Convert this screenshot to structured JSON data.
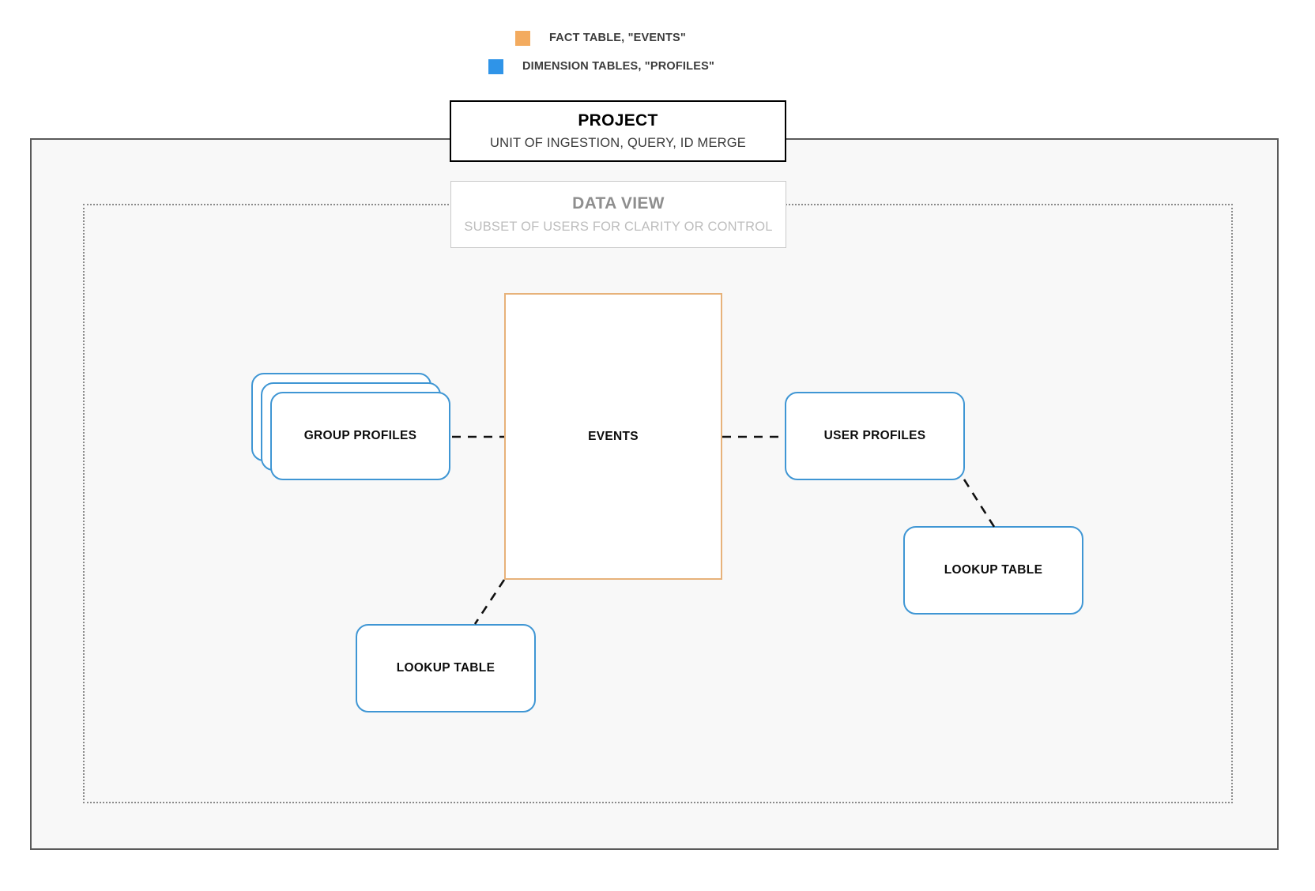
{
  "legend": {
    "items": [
      {
        "label": "FACT TABLE, \"EVENTS\"",
        "color": "#f3ab5f",
        "swatch_name": "fact-table-swatch"
      },
      {
        "label": "DIMENSION TABLES, \"PROFILES\"",
        "color": "#2f94e8",
        "swatch_name": "dimension-tables-swatch"
      }
    ]
  },
  "project": {
    "title": "PROJECT",
    "subtitle": "UNIT OF INGESTION, QUERY, ID MERGE"
  },
  "data_view": {
    "title": "DATA VIEW",
    "subtitle": "SUBSET OF USERS FOR CLARITY OR CONTROL"
  },
  "nodes": {
    "events": "EVENTS",
    "group_profiles": "GROUP PROFILES",
    "user_profiles": "USER PROFILES",
    "lookup_table_right": "LOOKUP TABLE",
    "lookup_table_left": "LOOKUP TABLE"
  },
  "colors": {
    "fact_border": "#e7b27a",
    "dimension_border": "#3f96d4",
    "frame_border": "#5a5a5a",
    "boundary_border": "#8a8a8a",
    "connector": "#111111",
    "canvas_fill": "#f8f8f8"
  }
}
